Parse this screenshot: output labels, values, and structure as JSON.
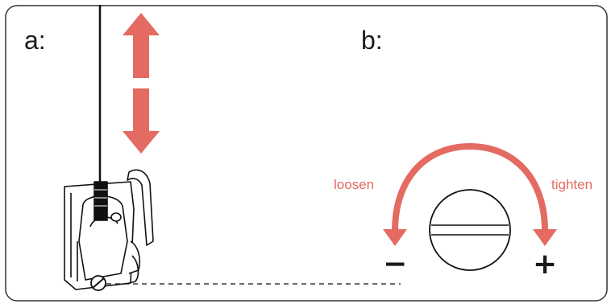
{
  "panels": {
    "a": {
      "label": "a:"
    },
    "b": {
      "label": "b:"
    }
  },
  "rotation": {
    "loosen_label": "loosen",
    "tighten_label": "tighten",
    "minus_sign": "−",
    "plus_sign": "+"
  },
  "colors": {
    "accent": "#e36b62",
    "ink": "#1a1a1a",
    "frame": "#333333"
  },
  "icons": {
    "vertical_adjust": "double-headed-vertical-arrow-icon",
    "rotation": "curved-arrow-icon",
    "adjuster_screw": "slotted-screw-icon"
  }
}
